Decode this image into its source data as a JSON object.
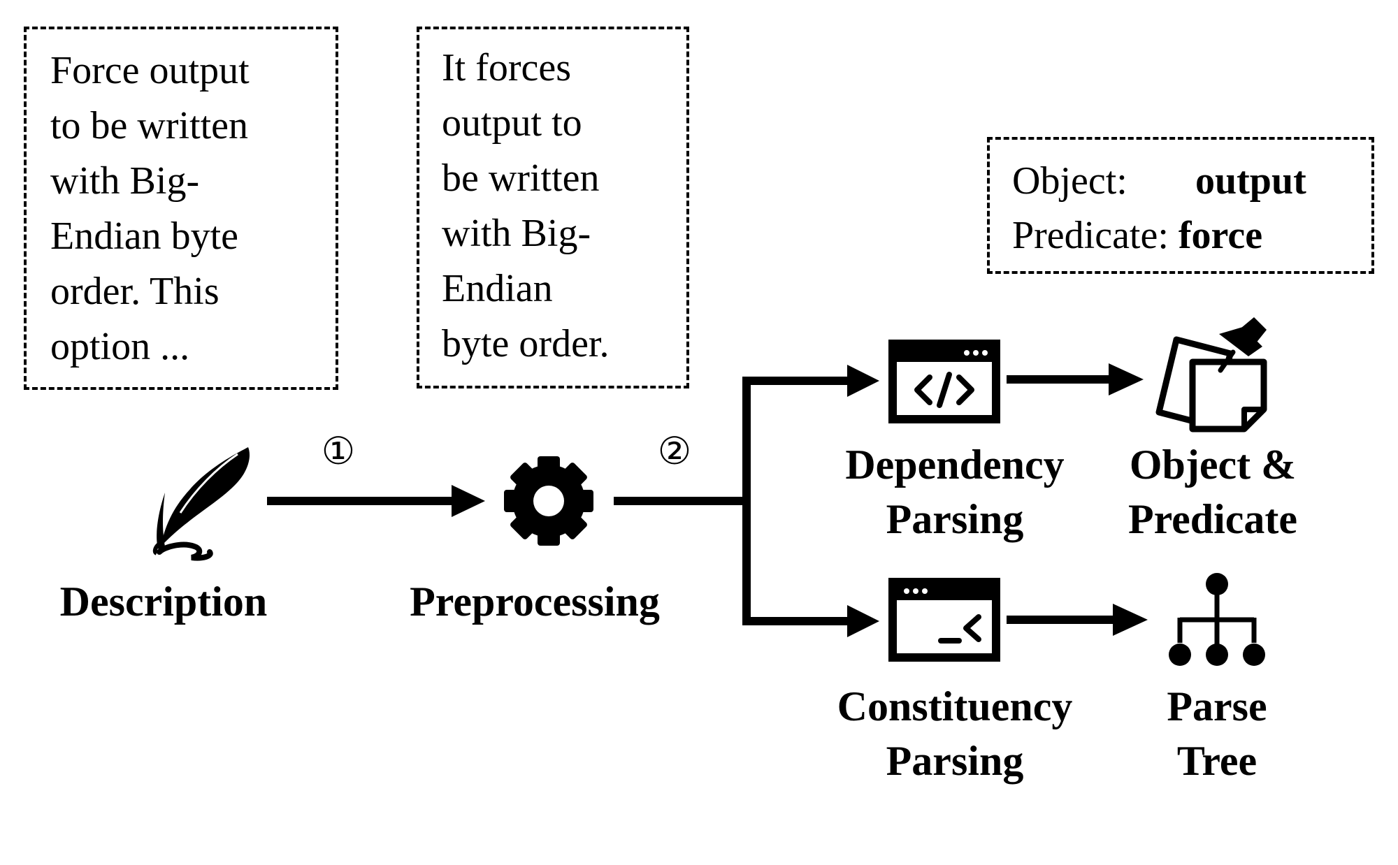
{
  "description_box": {
    "lines": [
      "Force output",
      "to be written",
      "with Big-",
      "Endian byte",
      "order.  This",
      "option ..."
    ]
  },
  "preprocessed_box": {
    "lines": [
      "It forces",
      "output to",
      "be written",
      "with Big-",
      "Endian",
      "byte order."
    ]
  },
  "result_box": {
    "object_key": "Object:",
    "object_value": "output",
    "predicate_key": "Predicate:",
    "predicate_value": "force"
  },
  "steps": {
    "step1": "①",
    "step2": "②"
  },
  "nodes": {
    "description": "Description",
    "preprocessing": "Preprocessing",
    "dependency_parsing": [
      "Dependency",
      "Parsing"
    ],
    "constituency_parsing": [
      "Constituency",
      "Parsing"
    ],
    "object_predicate": [
      "Object &",
      "Predicate"
    ],
    "parse_tree": [
      "Parse",
      "Tree"
    ]
  },
  "icons": {
    "description": "feather-quill-icon",
    "preprocessing": "gear-icon",
    "dependency_parsing": "code-window-icon",
    "constituency_parsing": "terminal-window-icon",
    "object_predicate": "pinned-notes-icon",
    "parse_tree": "hierarchy-tree-icon"
  }
}
